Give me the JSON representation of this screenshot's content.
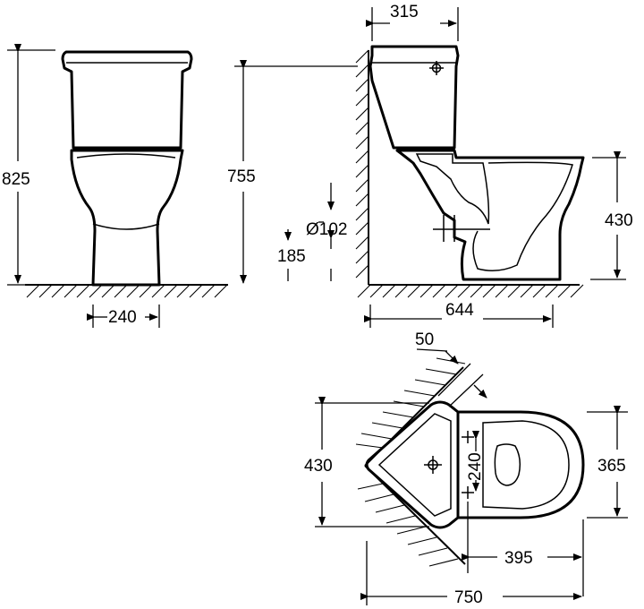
{
  "dimensions": {
    "front_height": "825",
    "front_base_width": "240",
    "side_total_height": "755",
    "side_outlet_diameter": "Ø102",
    "side_outlet_height": "185",
    "side_tank_depth": "315",
    "side_bowl_height": "430",
    "side_total_length": "644",
    "plan_offset": "50",
    "plan_tank_width": "430",
    "plan_fixing_spacing": "240",
    "plan_bowl_width": "365",
    "plan_fixing_to_front": "395",
    "plan_total_length": "750"
  }
}
